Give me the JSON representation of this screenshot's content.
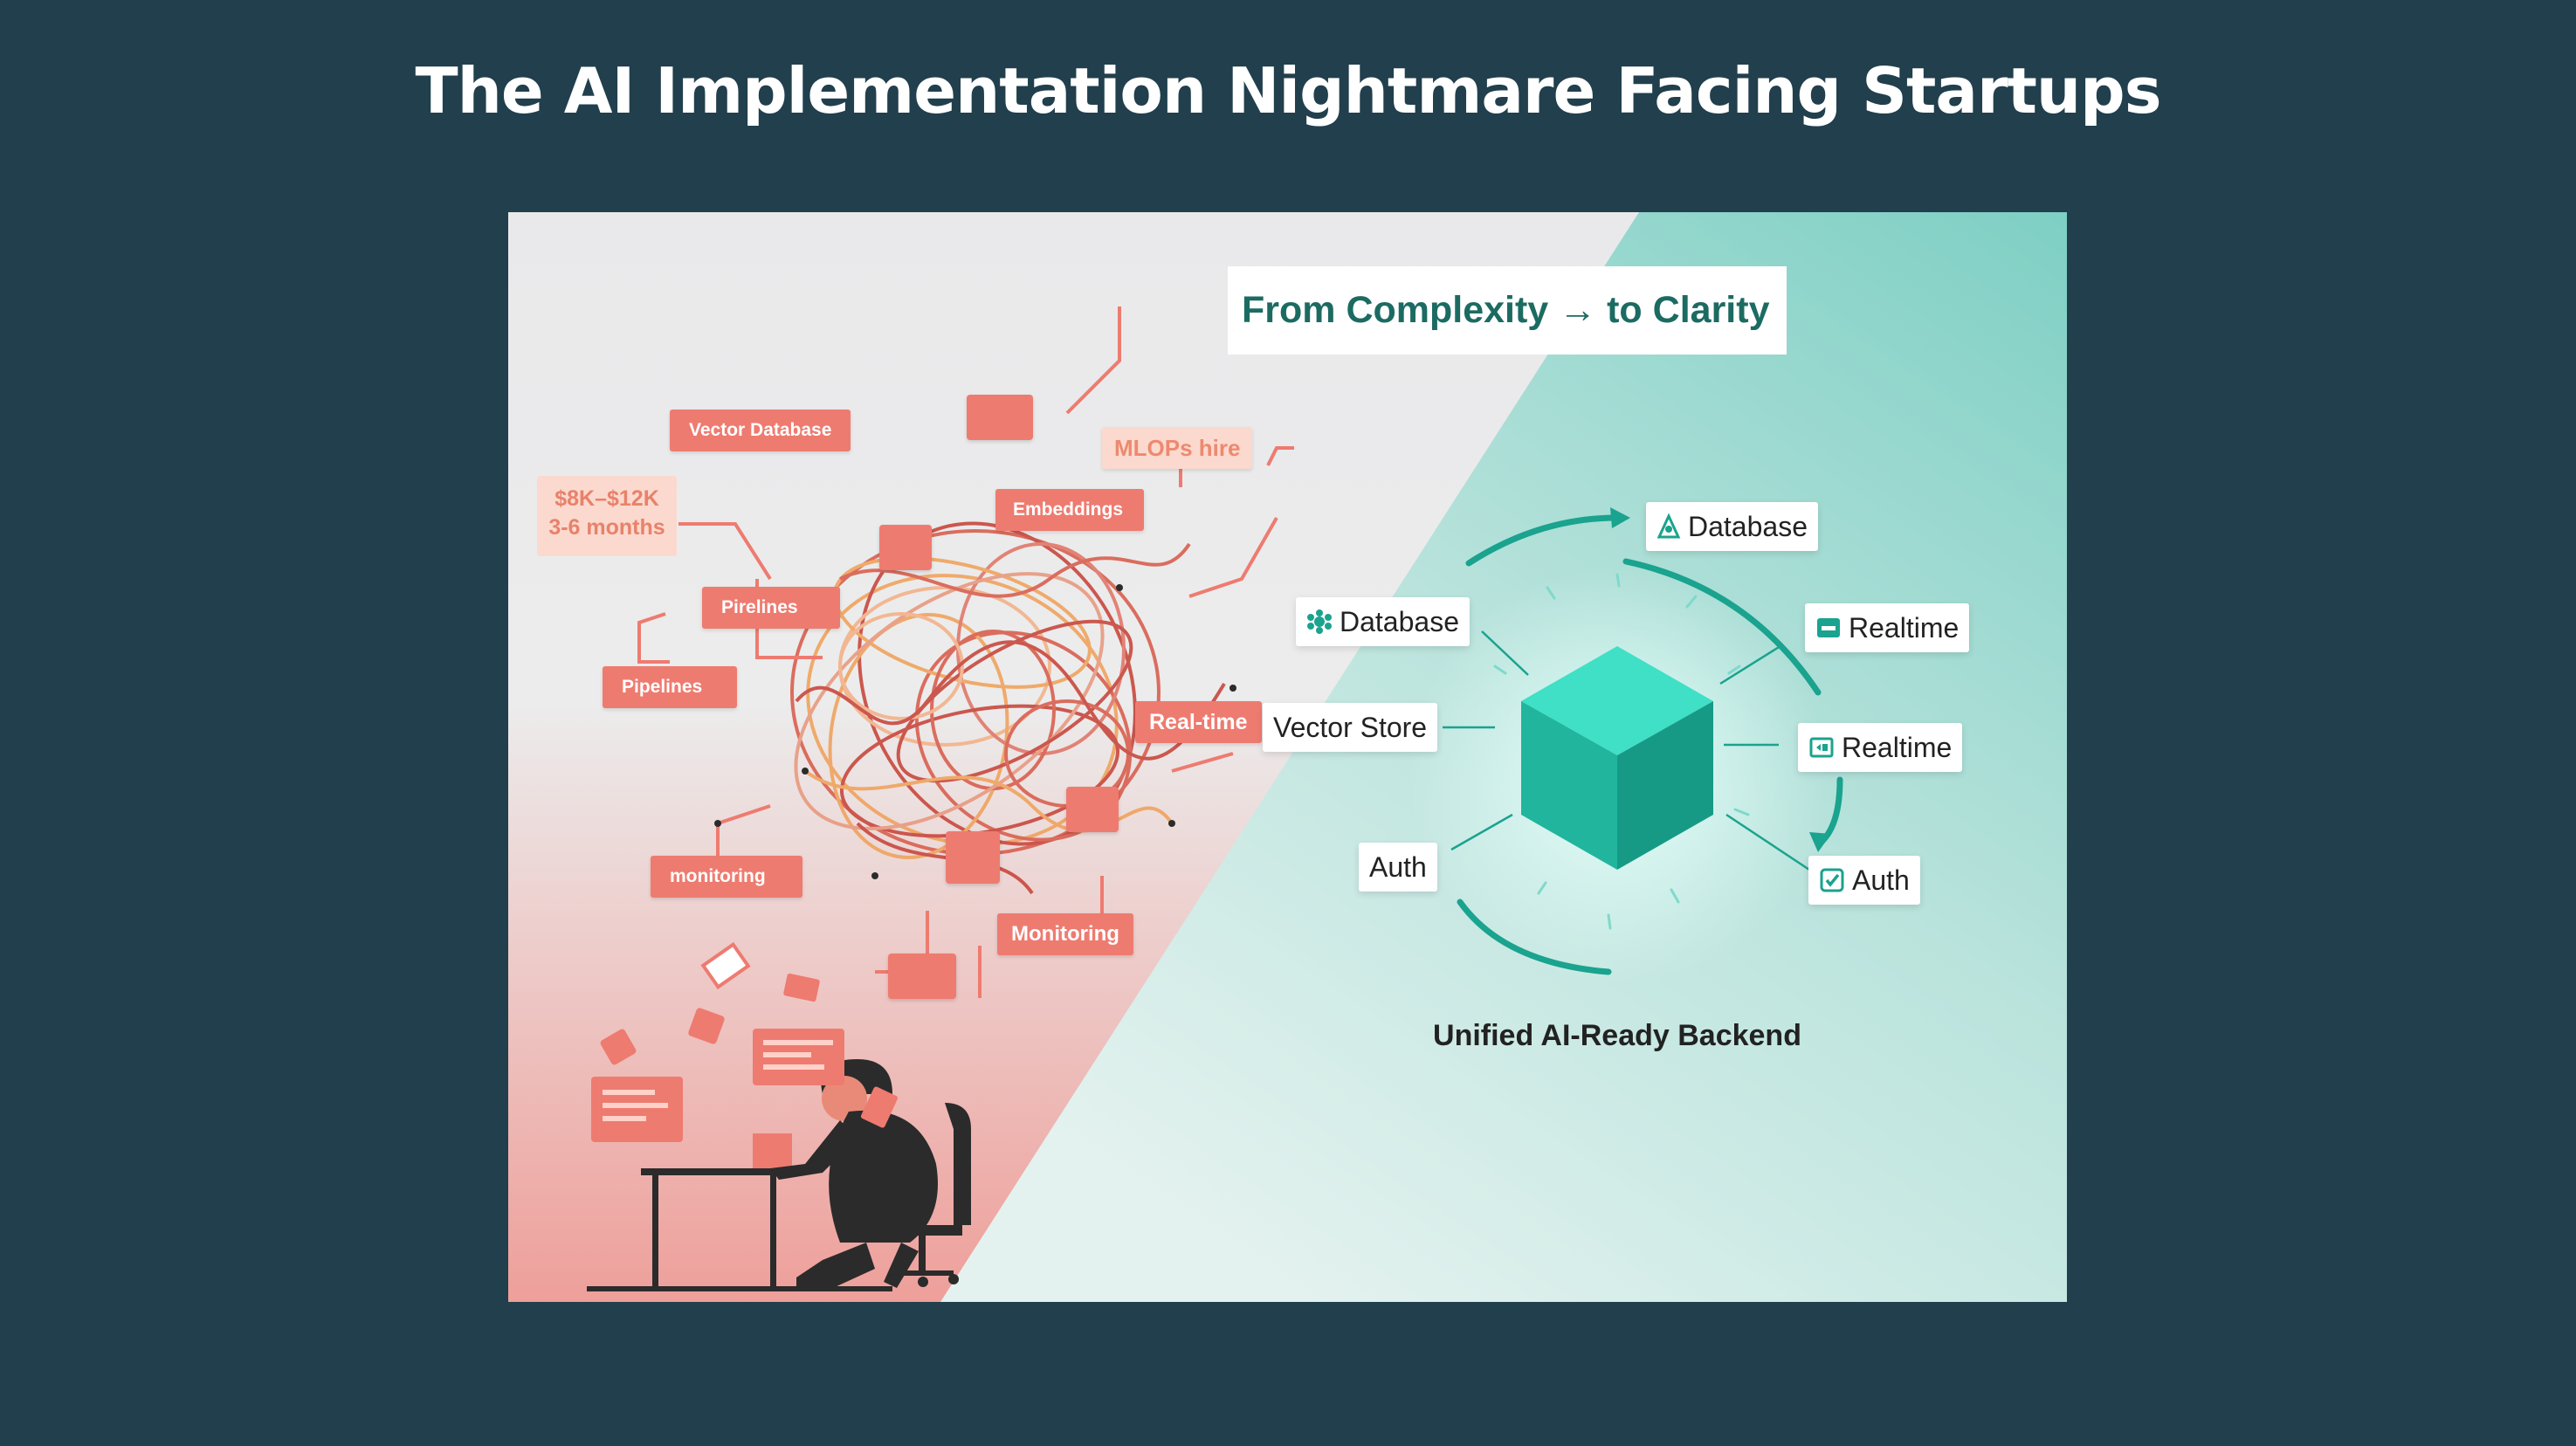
{
  "title": "The AI Implementation Nightmare Facing Startups",
  "left": {
    "cost_line1": "$8K–$12K",
    "cost_line2": "3-6 months",
    "chips": {
      "vector_database": "Vector Database",
      "mlops": "MLOPs hire",
      "embeddings": "Embeddings",
      "pirelines": "Pirelines",
      "pipelines": "Pipelines",
      "realtime": "Real-time",
      "monitoring_lower": "monitoring",
      "monitoring": "Monitoring"
    }
  },
  "right": {
    "headline": "From Complexity → to Clarity",
    "caption": "Unified AI-Ready Backend",
    "nodes": {
      "database_top": "Database",
      "database_left": "Database",
      "realtime_top": "Realtime",
      "realtime_mid": "Realtime",
      "vector_store": "Vector Store",
      "auth_left": "Auth",
      "auth_right": "Auth"
    },
    "colors": {
      "accent": "#26b4a0",
      "teal_dark": "#1c6b62"
    }
  },
  "icons": [
    "folder-icon",
    "message-icon",
    "mail-icon",
    "v-logo-icon",
    "monitor-icon",
    "database-icon",
    "realtime-icon",
    "auth-icon",
    "gear-icon"
  ]
}
